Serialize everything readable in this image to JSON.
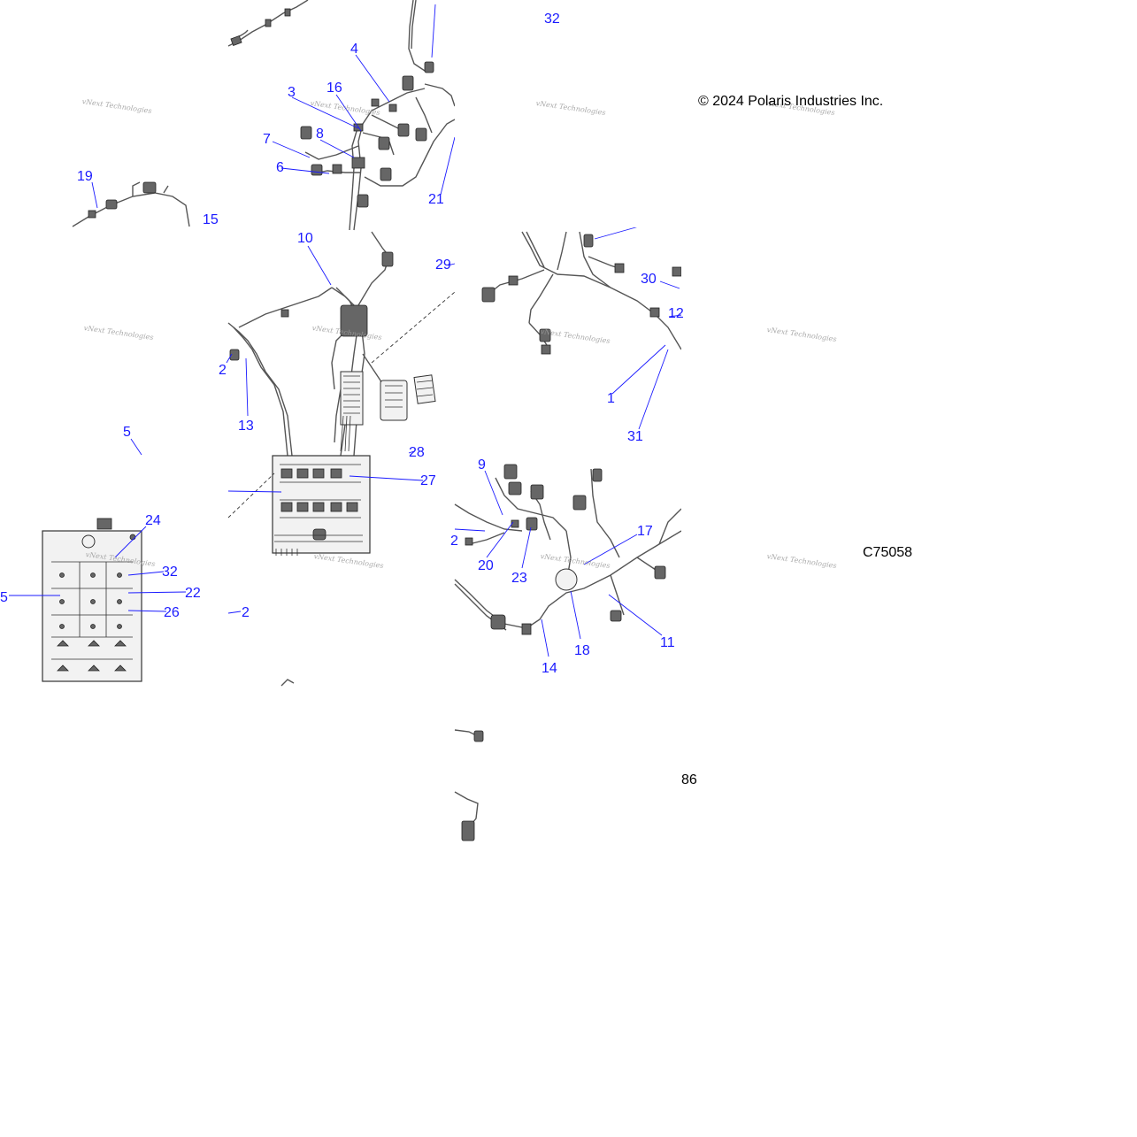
{
  "copyright": "© 2024 Polaris Industries Inc.",
  "diagram_code": "C75058",
  "page_fragment": "86",
  "watermark": "vNext Technologies",
  "callouts": [
    "32",
    "4",
    "16",
    "3",
    "8",
    "7",
    "6",
    "21",
    "19",
    "15",
    "10",
    "29",
    "2",
    "13",
    "5",
    "28",
    "27",
    "24",
    "32",
    "22",
    "5",
    "26",
    "2",
    "12",
    "30",
    "1",
    "31",
    "9",
    "17",
    "20",
    "23",
    "18",
    "14",
    "11",
    "2"
  ],
  "colors": {
    "callout": "#1a1aff",
    "line": "#333333"
  }
}
